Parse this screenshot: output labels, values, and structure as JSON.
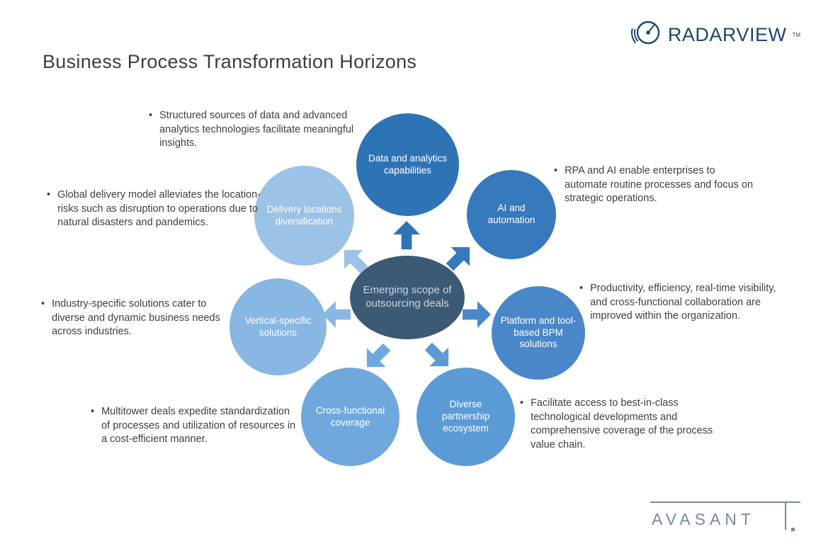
{
  "slide": {
    "title": "Business Process Transformation Horizons",
    "bullet_marker": "•"
  },
  "logos": {
    "radarview": {
      "text": "RADARVIEW",
      "trademark": "TM",
      "color": "#1c466e"
    },
    "avasant": {
      "text": "AVASANT",
      "color": "#7a8aa0"
    }
  },
  "diagram": {
    "center": {
      "label": "Emerging scope of outsourcing deals",
      "color": "#3d5a75"
    },
    "nodes": [
      {
        "id": "data-analytics",
        "label": "Data and analytics capabilities",
        "color": "#2e74b5"
      },
      {
        "id": "ai-automation",
        "label": "AI and automation",
        "color": "#3679bd"
      },
      {
        "id": "platform-bpm",
        "label": "Platform and tool-based BPM solutions",
        "color": "#4987c9"
      },
      {
        "id": "diverse-partnership",
        "label": "Diverse partnership ecosystem",
        "color": "#5b9bd5"
      },
      {
        "id": "cross-functional",
        "label": "Cross-functional coverage",
        "color": "#6fa8dc"
      },
      {
        "id": "vertical-specific",
        "label": "Vertical-specific solutions",
        "color": "#87b7e2"
      },
      {
        "id": "delivery-locations",
        "label": "Delivery locations diversification",
        "color": "#9cc3e6"
      }
    ]
  },
  "bullets": [
    {
      "id": "structured-data",
      "text": "Structured sources of data and advanced analytics technologies facilitate meaningful insights."
    },
    {
      "id": "rpa-ai",
      "text": "RPA and AI enable enterprises to automate routine processes and focus on strategic operations."
    },
    {
      "id": "global-delivery",
      "text": "Global delivery model alleviates the location-risks such as disruption to operations due to natural disasters and pandemics."
    },
    {
      "id": "productivity",
      "text": "Productivity, efficiency, real-time visibility, and cross-functional collaboration are improved within the organization."
    },
    {
      "id": "industry-specific",
      "text": "Industry-specific solutions cater to diverse and dynamic business needs across industries."
    },
    {
      "id": "multitower",
      "text": "Multitower deals expedite standardization of processes and utilization of resources in a cost-efficient manner."
    },
    {
      "id": "best-in-class",
      "text": "Facilitate access to best-in-class technological developments and comprehensive coverage of the process value chain."
    }
  ]
}
